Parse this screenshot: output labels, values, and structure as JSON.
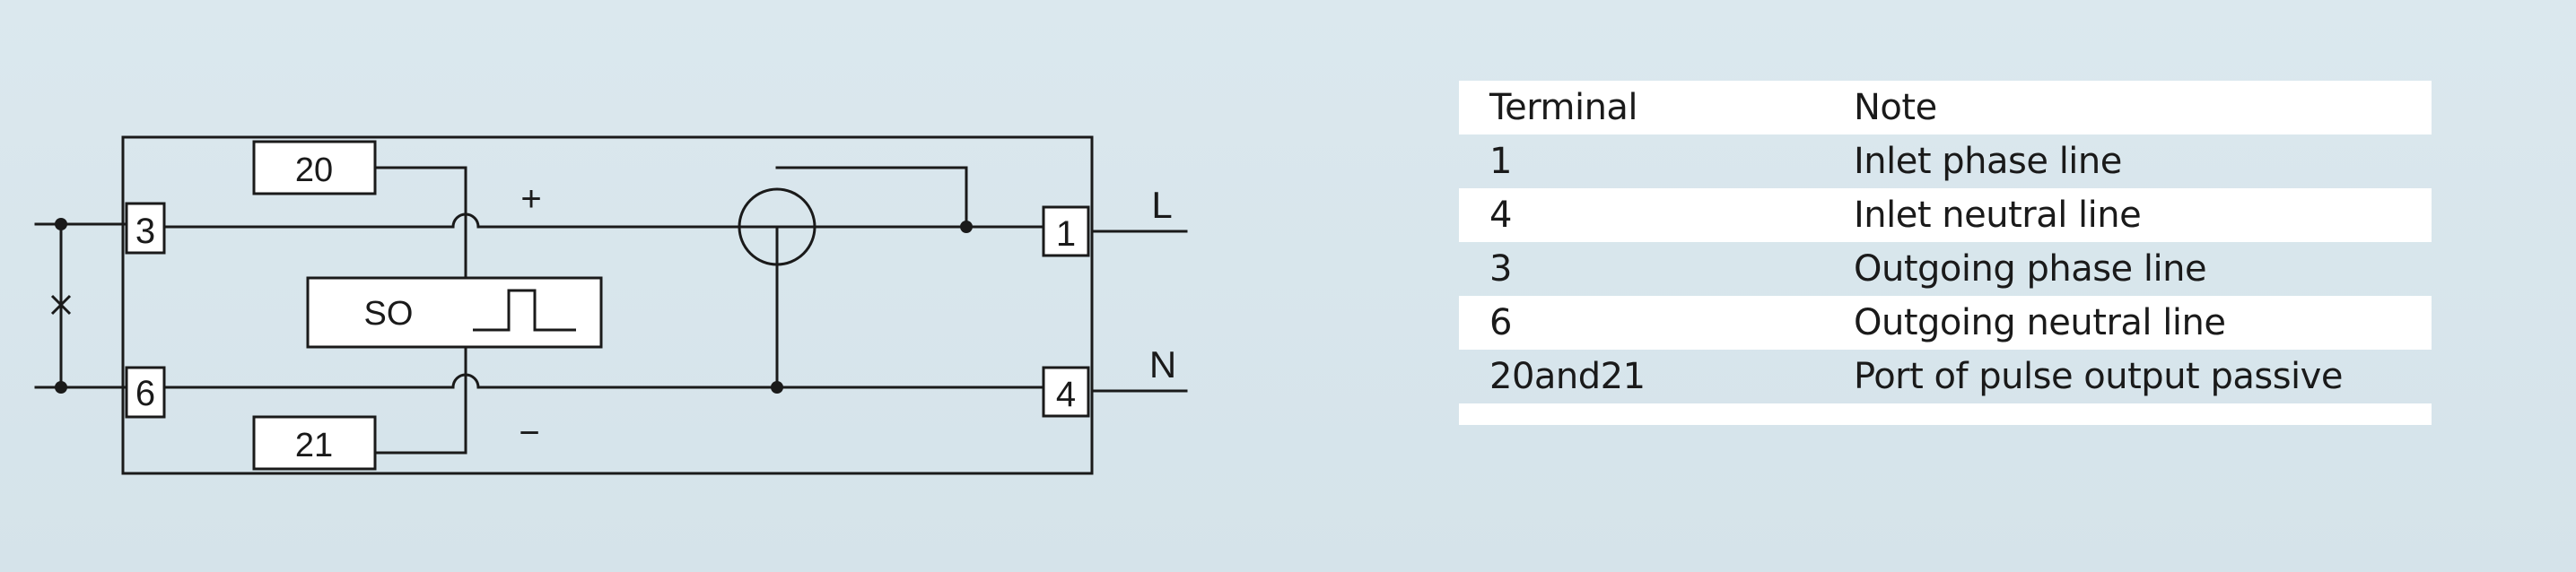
{
  "diagram": {
    "terminals": {
      "t3": "3",
      "t6": "6",
      "t1": "1",
      "t4": "4",
      "t20": "20",
      "t21": "21"
    },
    "lines": {
      "L": "L",
      "N": "N"
    },
    "pulse": {
      "so_label": "SO",
      "plus": "+",
      "minus": "−"
    },
    "link_mark": "×"
  },
  "table": {
    "headers": [
      "Terminal",
      "Note"
    ],
    "rows": [
      [
        "1",
        "Inlet phase line"
      ],
      [
        "4",
        "Inlet neutral line"
      ],
      [
        "3",
        "Outgoing phase line"
      ],
      [
        "6",
        "Outgoing neutral line"
      ],
      [
        "20and21",
        "Port of pulse output passive"
      ]
    ]
  }
}
